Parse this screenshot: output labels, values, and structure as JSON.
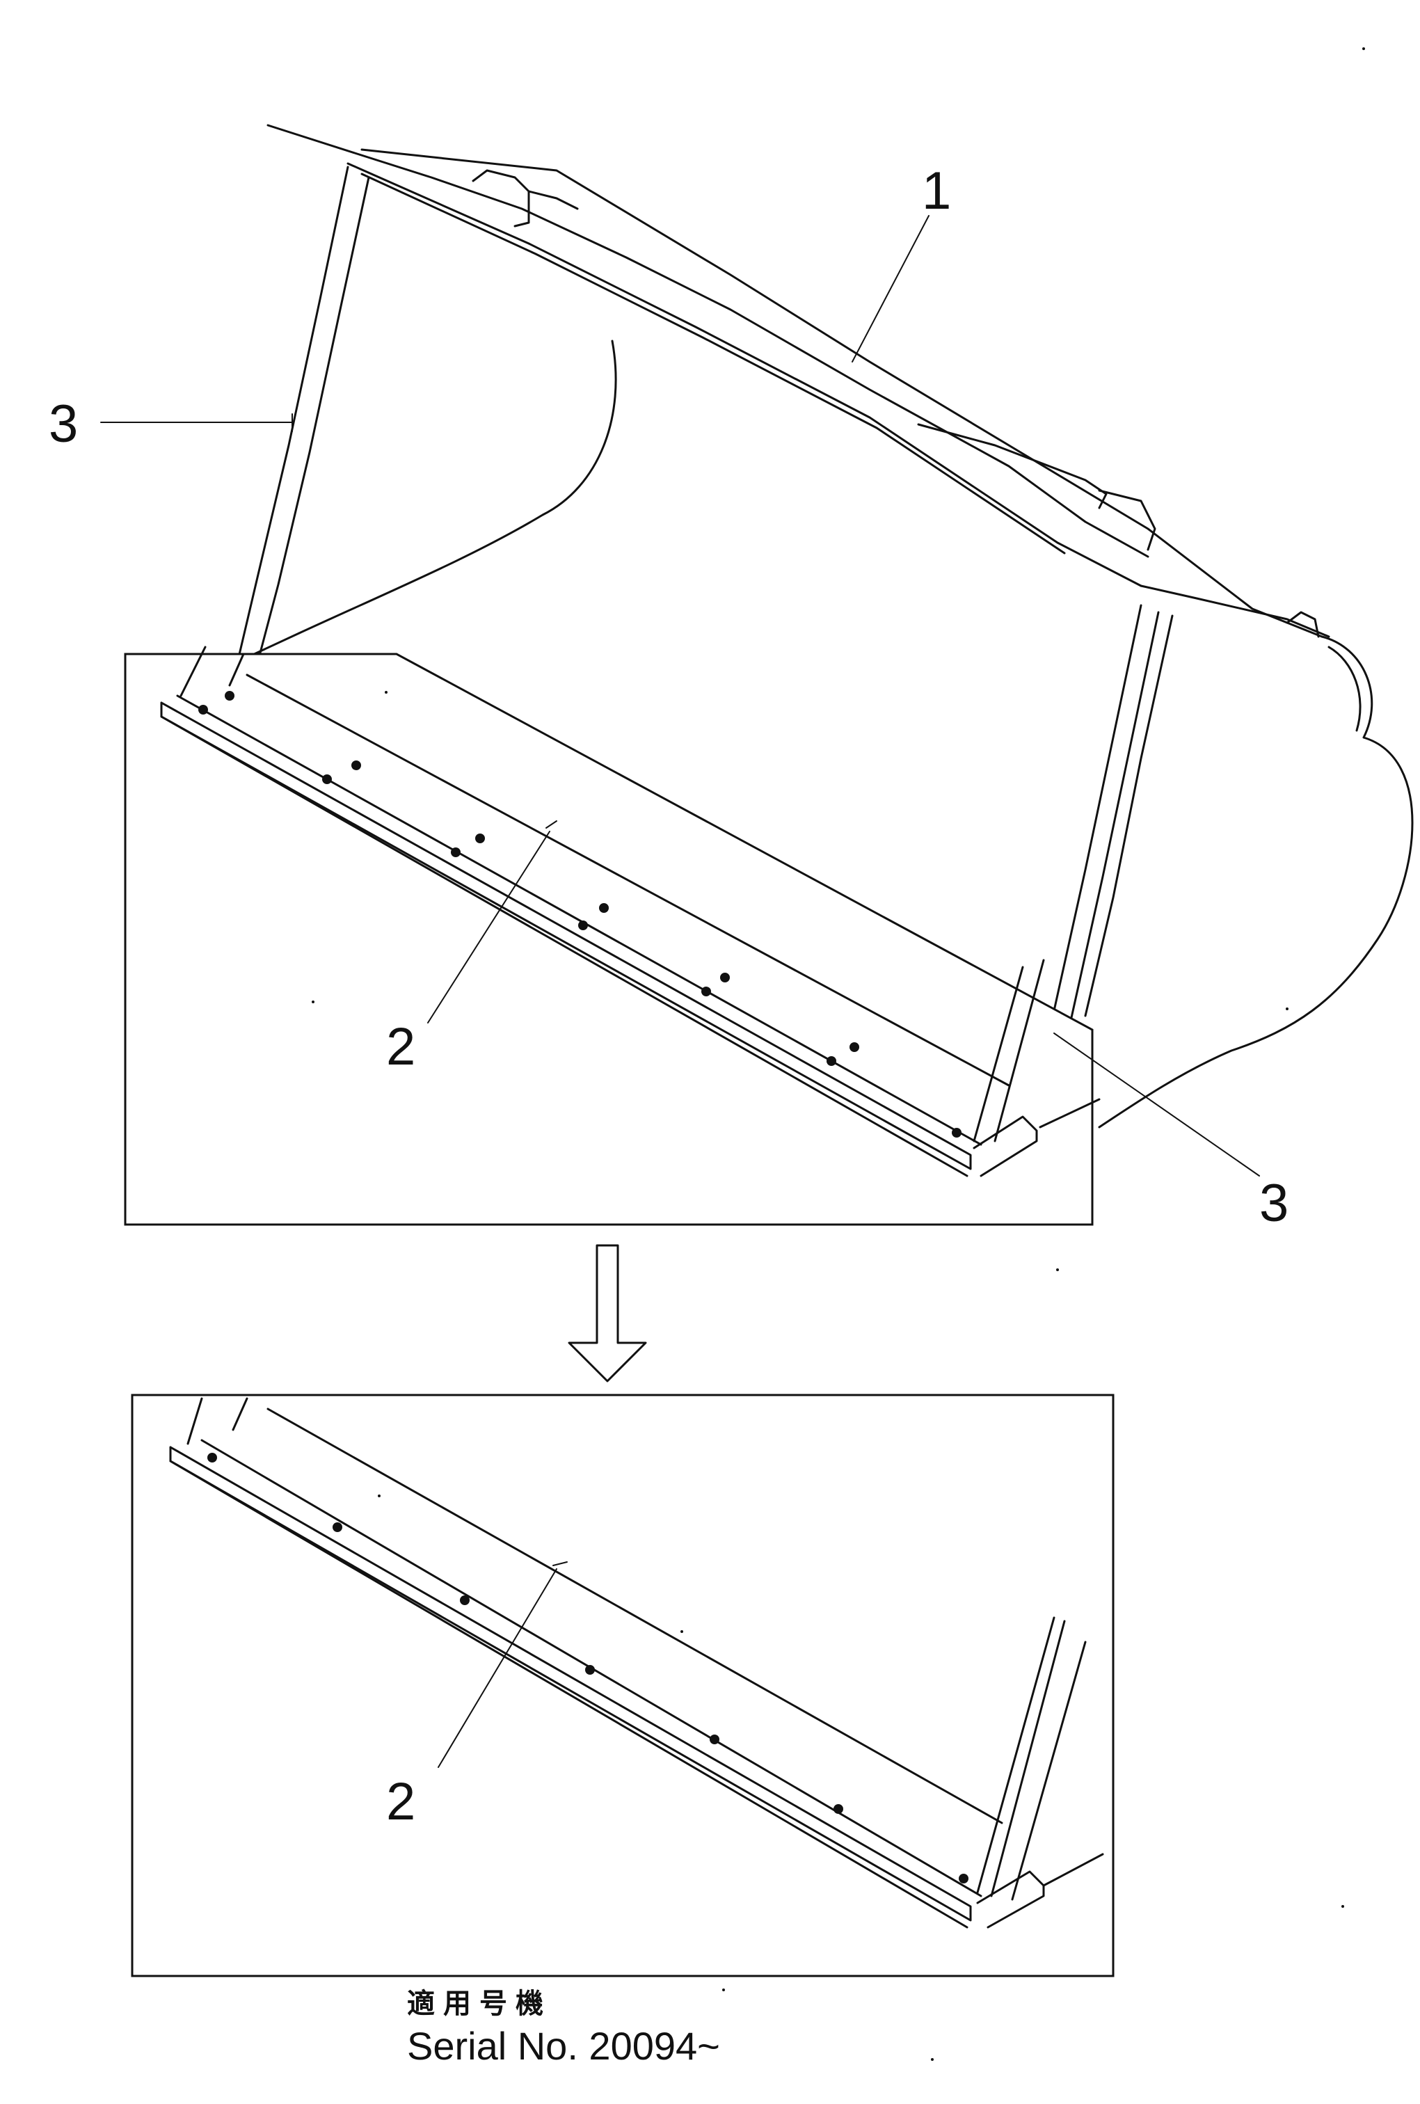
{
  "callouts": {
    "part_1": "1",
    "part_2_upper": "2",
    "part_3_left": "3",
    "part_3_right": "3",
    "part_2_lower": "2"
  },
  "serial_note": {
    "japanese": "適用号機",
    "english": "Serial No. 20094~"
  }
}
